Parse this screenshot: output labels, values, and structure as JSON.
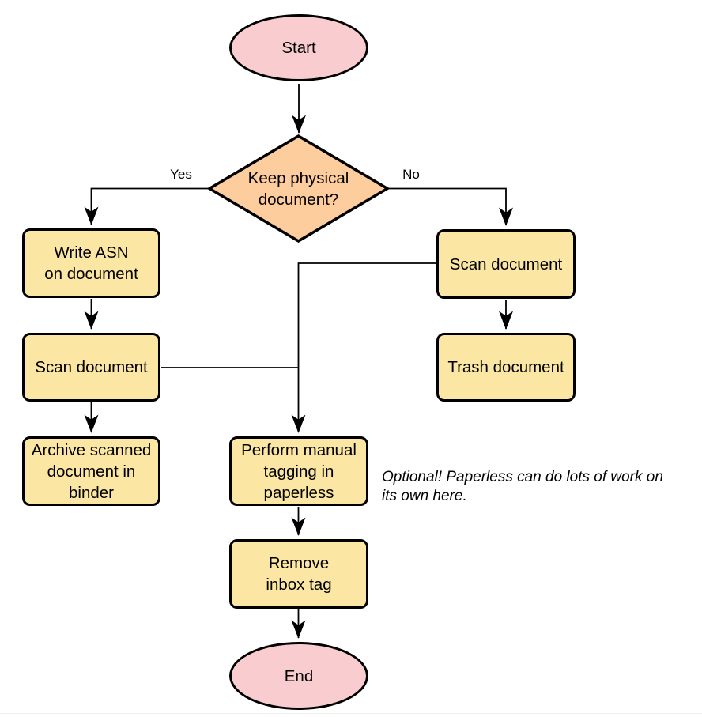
{
  "diagram": {
    "nodes": {
      "start": {
        "label": "Start",
        "shape": "terminator"
      },
      "decision": {
        "label": "Keep physical\ndocument?",
        "shape": "decision"
      },
      "write_asn": {
        "label": "Write ASN\non document",
        "shape": "process"
      },
      "scan_left": {
        "label": "Scan document",
        "shape": "process"
      },
      "archive": {
        "label": "Archive scanned\ndocument in\nbinder",
        "shape": "process"
      },
      "scan_right": {
        "label": "Scan document",
        "shape": "process"
      },
      "trash": {
        "label": "Trash document",
        "shape": "process"
      },
      "tagging": {
        "label": "Perform manual\ntagging in\npaperless",
        "shape": "process"
      },
      "remove": {
        "label": "Remove\ninbox tag",
        "shape": "process"
      },
      "end": {
        "label": "End",
        "shape": "terminator"
      }
    },
    "edge_labels": {
      "yes": "Yes",
      "no": "No"
    },
    "note": "Optional! Paperless can do lots of work on\nits own here.",
    "colors": {
      "terminator_fill": "#f9cdd0",
      "decision_fill": "#fecd9d",
      "process_fill": "#fbe7a3",
      "stroke": "#000000",
      "background": "#ffffff"
    }
  }
}
